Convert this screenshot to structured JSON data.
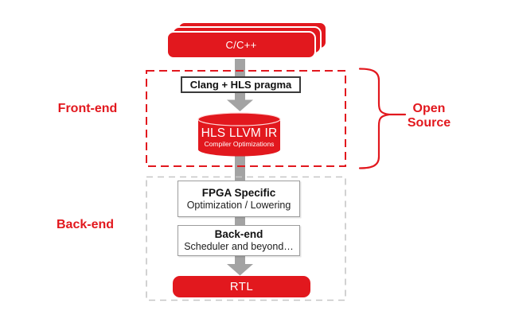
{
  "diagram": {
    "source": {
      "label": "C/C++"
    },
    "frontend": {
      "group_label": "Front-end",
      "clang_box": {
        "label": "Clang + HLS pragma"
      },
      "ir_store": {
        "title": "HLS LLVM IR",
        "subtitle": "Compiler Optimizations"
      }
    },
    "backend": {
      "group_label": "Back-end",
      "fpga_box": {
        "title": "FPGA Specific",
        "subtitle": "Optimization / Lowering"
      },
      "backend_box": {
        "title": "Back-end",
        "subtitle": "Scheduler and beyond…"
      },
      "rtl": {
        "label": "RTL"
      }
    },
    "annotation": {
      "line1": "Open",
      "line2": "Source"
    }
  },
  "colors": {
    "red": "#e2181e",
    "arrow_gray": "#a3a3a3",
    "frontend_border": "#e2181e",
    "backend_border": "#c6c6c6",
    "dark_box_border": "#3a3a3a",
    "gray_box_border": "#9c9c9c"
  }
}
